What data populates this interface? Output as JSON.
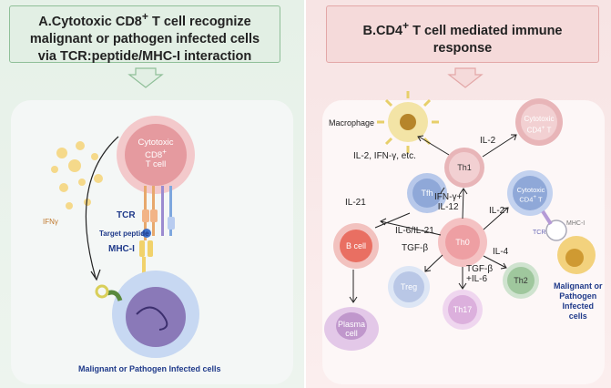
{
  "panel_a": {
    "title_prefix": "A.Cytotoxic CD8",
    "title_sup": "+",
    "title_line1_rest": " T cell recognize",
    "title_line2": "malignant or pathogen infected cells",
    "title_line3": "via TCR:peptide/MHC-I interaction",
    "cell_label_1": "Cytotoxic",
    "cell_label_2": "CD8",
    "cell_label_2_sup": "+",
    "cell_label_3": "T cell",
    "tcr": "TCR",
    "target_peptide": "Target peptide",
    "mhc": "MHC-I",
    "ifn": "IFNγ",
    "target_caption": "Malignant or Pathogen Infected cells"
  },
  "panel_b": {
    "title_prefix": "B.CD4",
    "title_sup": "+",
    "title_rest": " T cell mediated immune",
    "title_line2": "response",
    "macrophage": "Macrophage",
    "cytotoxic_cd4_a": "Cytotoxic",
    "cytotoxic_cd4_b": "CD4",
    "cytotoxic_cd4_b_sup": "+",
    "cytotoxic_cd4_b_rest": " T",
    "il2_top": "IL-2",
    "il2_ifn": "IL-2, IFN-γ, etc.",
    "th1": "Th1",
    "tfh": "Tfh",
    "il21": "IL-21",
    "ifn_il12_a": "IFN-γ+",
    "ifn_il12_b": "IL-12",
    "il2_right": "IL-2",
    "il6_il21": "IL-6/IL-21",
    "th0": "Th0",
    "tgf_b": "TGF-β",
    "il4": "IL-4",
    "bcell": "B cell",
    "treg": "Treg",
    "th2": "Th2",
    "tgf_il6_a": "TGF-β",
    "tgf_il6_b": "+IL-6",
    "th17": "Th17",
    "plasma_a": "Plasma",
    "plasma_b": "cell",
    "tcr": "TCR",
    "mhc": "MHC-I",
    "target_a": "Malignant or",
    "target_b": "Pathogen",
    "target_c": "Infected",
    "target_d": "cells"
  },
  "colors": {
    "green_border": "#8fbf98",
    "pink_border": "#e3a7a7",
    "navy_text": "#1f3a8a",
    "cd8_cell": "#e8a5a8",
    "target_cell": "#a9c4ea"
  }
}
